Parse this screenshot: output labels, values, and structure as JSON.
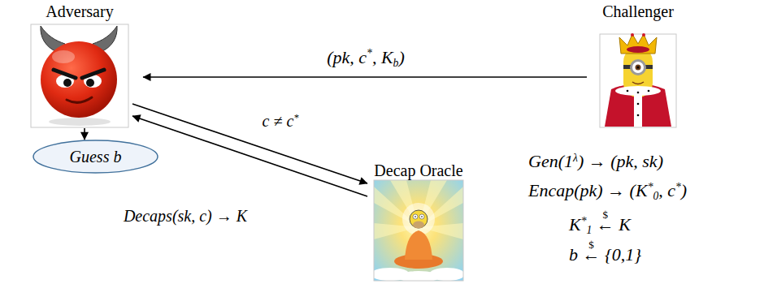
{
  "diagram": {
    "nodes": [
      {
        "text": [
          "Adversary"
        ]
      },
      {
        "text": [
          "Challenger"
        ]
      },
      {
        "text": [
          "Decap Oracle"
        ]
      },
      {
        "text": [
          "Guess b"
        ]
      }
    ],
    "edges": [
      {
        "from": 1,
        "to": 0,
        "arrow": "to",
        "label": "(pk, c*, Kb)"
      },
      {
        "from": 0,
        "to": 2,
        "arrow": "to",
        "label": "c ≠ c*"
      },
      {
        "from": 2,
        "to": 0,
        "arrow": "to",
        "label": "Decaps(sk, c) → K"
      },
      {
        "from": 0,
        "to": 3,
        "arrow": "to"
      }
    ],
    "labels": [
      "Gen(1λ) → (pk, sk)",
      "Encap(pk) → (K*0, c*)",
      "K*1 ← K",
      "b ← {0,1}",
      "$",
      "$"
    ]
  }
}
